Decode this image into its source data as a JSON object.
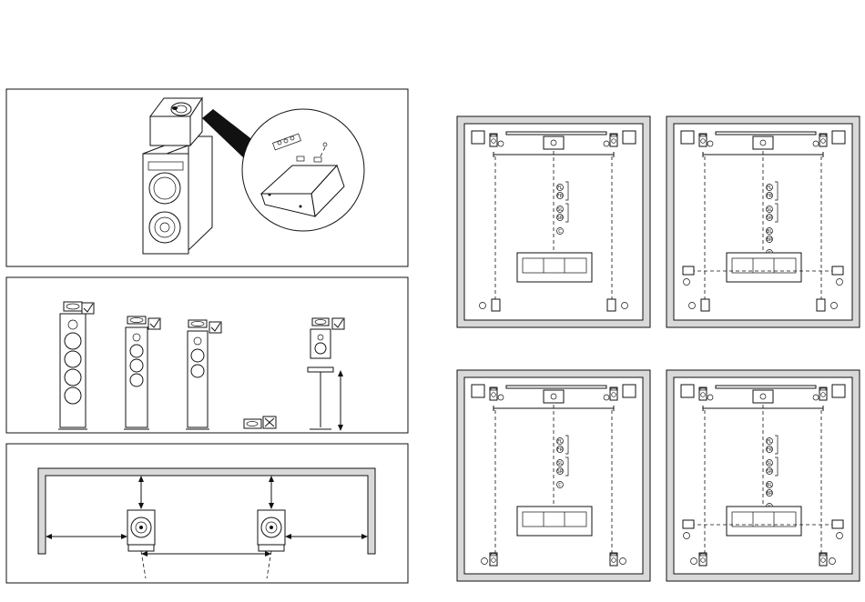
{
  "page": {},
  "panels": [
    {
      "id": "elevation-module-on-speaker"
    },
    {
      "id": "supported-speaker-types"
    },
    {
      "id": "wall-clearance-plan"
    }
  ],
  "room_layouts": [
    {
      "id": "layout-a",
      "rear": "corner",
      "speaker_markers": [
        "FL",
        "FR",
        "SL",
        "SR",
        "C"
      ]
    },
    {
      "id": "layout-b",
      "rear": "corner",
      "speaker_markers": [
        "FL",
        "FR",
        "SL",
        "SR",
        "BL",
        "BR",
        "C"
      ]
    },
    {
      "id": "layout-c",
      "rear": "bottom",
      "speaker_markers": [
        "FL",
        "FR",
        "SL",
        "SR",
        "C"
      ]
    },
    {
      "id": "layout-d",
      "rear": "bottom",
      "speaker_markers": [
        "FL",
        "FR",
        "SL",
        "SR",
        "BL",
        "BR",
        "C"
      ]
    }
  ],
  "marks": {
    "ok": "check-icon",
    "not_ok": "cross-icon"
  }
}
